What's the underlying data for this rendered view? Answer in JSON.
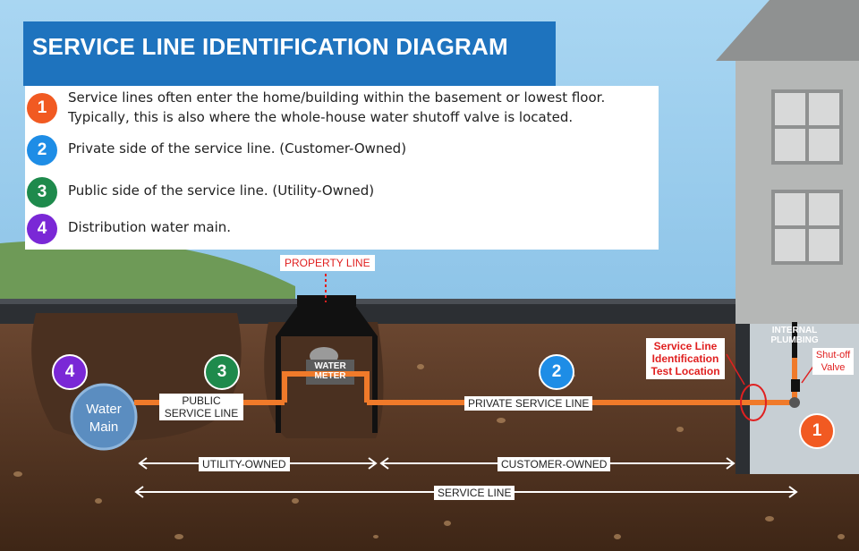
{
  "title": "SERVICE LINE IDENTIFICATION DIAGRAM",
  "legend": [
    {
      "number": "1",
      "color": "#f15a22",
      "text": "Service lines often enter the home/building within the basement or lowest floor. Typically, this is also where the whole-house water shutoff valve is located."
    },
    {
      "number": "2",
      "color": "#1e8de6",
      "text": "Private side of the service line. (Customer-Owned)"
    },
    {
      "number": "3",
      "color": "#1e8a4c",
      "text": "Public side of the service line. (Utility-Owned)"
    },
    {
      "number": "4",
      "color": "#7a28d6",
      "text": "Distribution water main."
    }
  ],
  "labels": {
    "property_line": "PROPERTY LINE",
    "water_meter": "WATER METER",
    "water_main": "Water Main",
    "public_service_line": "PUBLIC SERVICE LINE",
    "private_service_line": "PRIVATE SERVICE LINE",
    "test_location": "Service Line Identification Test Location",
    "internal_plumbing": "INTERNAL PLUMBING",
    "shutoff_valve": "Shut-off Valve",
    "utility_owned": "UTILITY-OWNED",
    "customer_owned": "CUSTOMER-OWNED",
    "service_line": "SERVICE LINE"
  },
  "colors": {
    "sky": "#8ec6ea",
    "soil": "#5a3a26",
    "pipe": "#f07a2a",
    "house": "#a8aaa9",
    "title_bg": "#1e73be",
    "red": "#e02020"
  }
}
